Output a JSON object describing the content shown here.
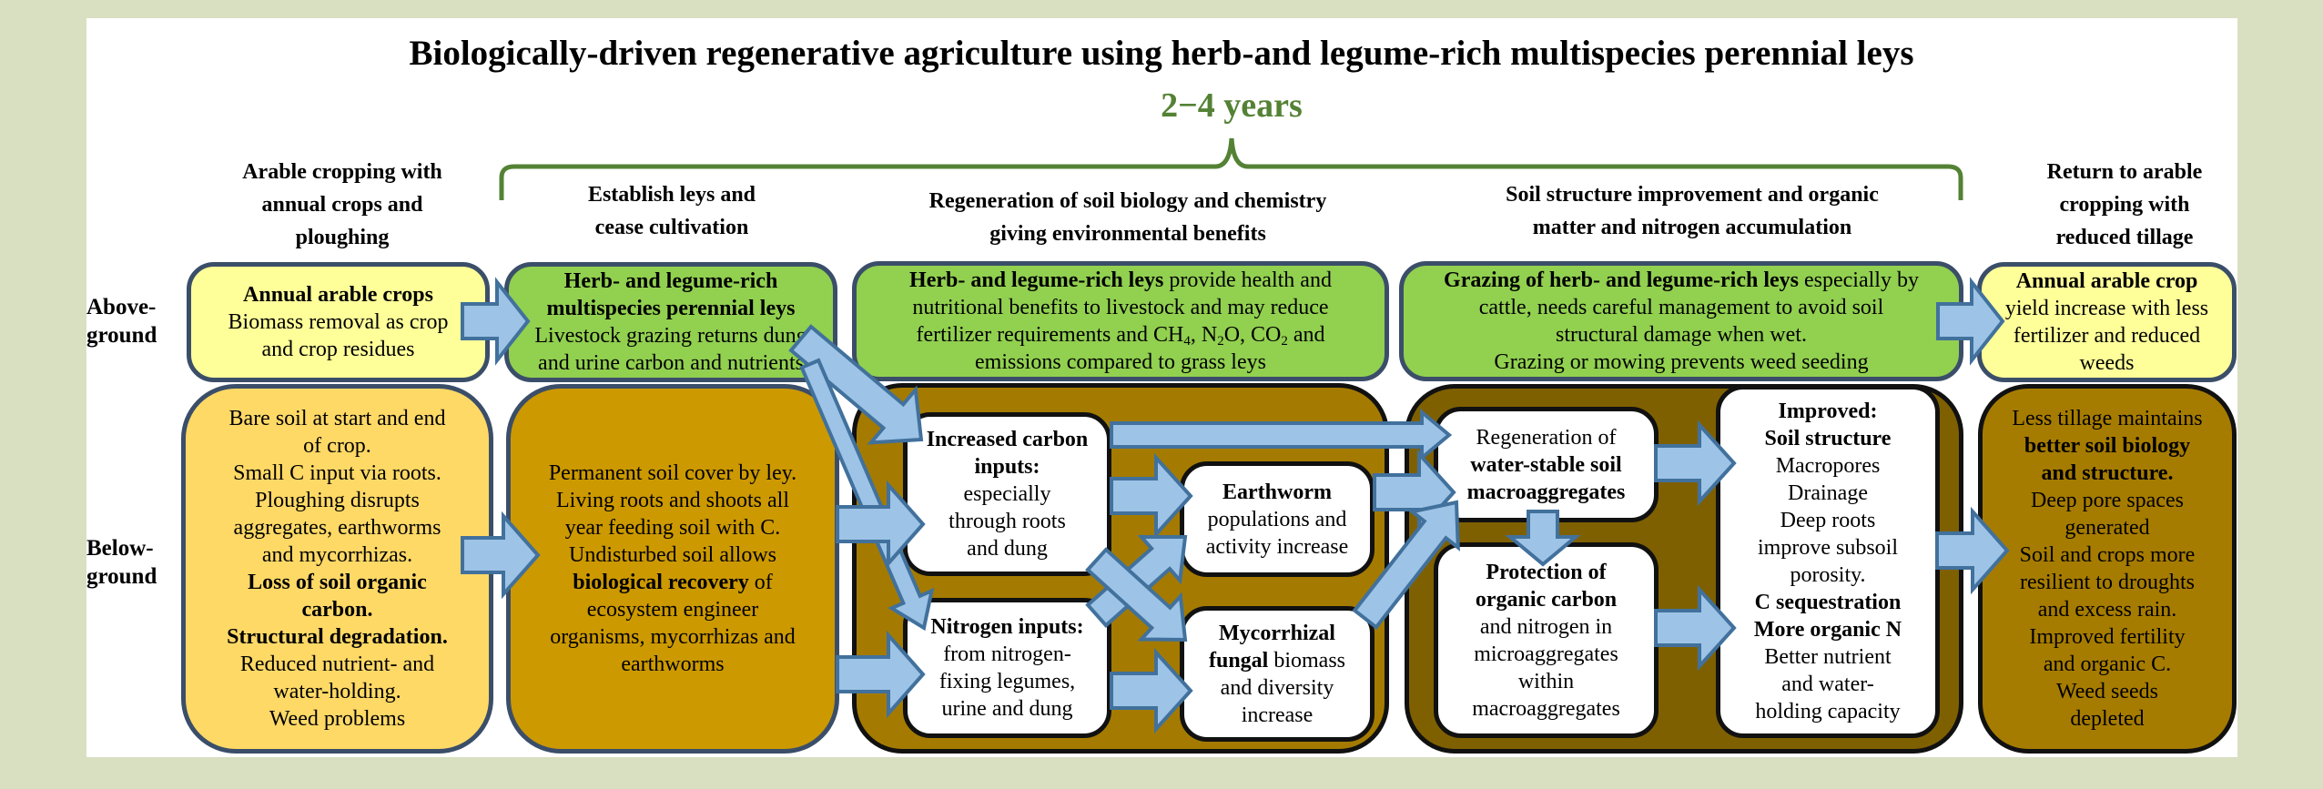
{
  "header": {
    "title": "Biologically-driven regenerative agriculture using herb-and legume-rich multispecies perennial leys",
    "duration": "2−4 years"
  },
  "phases": [
    [
      [
        "Arable cropping with"
      ],
      [
        "annual crops and"
      ],
      [
        "ploughing"
      ]
    ],
    [
      [
        "Establish leys and"
      ],
      [
        "cease cultivation"
      ]
    ],
    [
      [
        "Regeneration of soil biology and chemistry"
      ],
      [
        "giving environmental benefits"
      ]
    ],
    [
      [
        "Soil structure improvement and organic"
      ],
      [
        "matter and nitrogen accumulation"
      ]
    ],
    [
      [
        "Return to arable"
      ],
      [
        "cropping with"
      ],
      [
        "reduced tillage"
      ]
    ]
  ],
  "row_labels": {
    "above": [
      [
        "Above-"
      ],
      [
        "ground"
      ]
    ],
    "below": [
      [
        "Below-"
      ],
      [
        "ground"
      ]
    ]
  },
  "above": {
    "arable": [
      [
        {
          "b": "Annual arable crops"
        }
      ],
      [
        "Biomass removal as crop"
      ],
      [
        "and crop residues"
      ]
    ],
    "leys": [
      [
        {
          "b": "Herb- and legume-rich"
        }
      ],
      [
        {
          "b": "multispecies perennial leys"
        }
      ],
      [
        "Livestock grazing returns dung"
      ],
      [
        "and urine carbon and nutrients"
      ]
    ],
    "benefits": [
      [
        {
          "b": "Herb- and legume-rich leys"
        },
        " provide health and"
      ],
      [
        "nutritional benefits to livestock and may reduce"
      ],
      [
        "fertilizer requirements and CH",
        {
          "sub": "4"
        },
        ", N",
        {
          "sub": "2"
        },
        "O, CO",
        {
          "sub": "2"
        },
        " and"
      ],
      [
        "emissions compared to grass leys"
      ]
    ],
    "grazing": [
      [
        {
          "b": "Grazing of herb- and legume-rich leys"
        },
        " especially by"
      ],
      [
        "cattle, needs careful management to avoid soil"
      ],
      [
        "structural damage when wet."
      ],
      [
        "Grazing or mowing prevents weed seeding"
      ]
    ],
    "return": [
      [
        {
          "b": "Annual arable crop"
        }
      ],
      [
        "yield increase with less"
      ],
      [
        "fertilizer and reduced"
      ],
      [
        "weeds"
      ]
    ]
  },
  "below": {
    "bare_soil": [
      [
        "Bare soil at start and end"
      ],
      [
        "of crop."
      ],
      [
        "Small C input via roots."
      ],
      [
        "Ploughing disrupts"
      ],
      [
        "aggregates, earthworms"
      ],
      [
        "and mycorrhizas."
      ],
      [
        {
          "b": "Loss of soil organic"
        }
      ],
      [
        {
          "b": "carbon."
        }
      ],
      [
        {
          "b": "Structural degradation."
        }
      ],
      [
        "Reduced nutrient- and"
      ],
      [
        "water-holding."
      ],
      [
        "Weed problems"
      ]
    ],
    "soil_cover": [
      [
        "Permanent soil cover by ley."
      ],
      [
        "Living roots and shoots all"
      ],
      [
        "year feeding soil with C."
      ],
      [
        "Undisturbed soil allows"
      ],
      [
        {
          "b": "biological recovery"
        },
        " of"
      ],
      [
        "ecosystem engineer"
      ],
      [
        "organisms, mycorrhizas and"
      ],
      [
        "earthworms"
      ]
    ],
    "carbon_inputs": [
      [
        {
          "b": "Increased carbon"
        }
      ],
      [
        {
          "b": "inputs:"
        }
      ],
      [
        "especially"
      ],
      [
        "through roots"
      ],
      [
        "and dung"
      ]
    ],
    "nitrogen_inputs": [
      [
        {
          "b": "Nitrogen inputs:"
        }
      ],
      [
        "from nitrogen-"
      ],
      [
        "fixing legumes,"
      ],
      [
        "urine and dung"
      ]
    ],
    "earthworm": [
      [
        {
          "b": "Earthworm"
        }
      ],
      [
        "populations and"
      ],
      [
        "activity increase"
      ]
    ],
    "mycorrhizal": [
      [
        {
          "b": "Mycorrhizal"
        }
      ],
      [
        {
          "b": "fungal"
        },
        " biomass"
      ],
      [
        "and diversity"
      ],
      [
        "increase"
      ]
    ],
    "regeneration": [
      [
        "Regeneration of"
      ],
      [
        {
          "b": "water-stable soil"
        }
      ],
      [
        {
          "b": "macroaggregates"
        }
      ]
    ],
    "protection": [
      [
        {
          "b": "Protection of"
        }
      ],
      [
        {
          "b": "organic carbon"
        }
      ],
      [
        "and nitrogen in"
      ],
      [
        "microaggregates"
      ],
      [
        "within"
      ],
      [
        "macroaggregates"
      ]
    ],
    "improved": [
      [
        {
          "b": "Improved:"
        }
      ],
      [
        {
          "b": "Soil structure"
        }
      ],
      [
        "Macropores"
      ],
      [
        "Drainage"
      ],
      [
        "Deep roots"
      ],
      [
        "improve subsoil"
      ],
      [
        "porosity."
      ],
      [
        {
          "b": "C sequestration"
        }
      ],
      [
        {
          "b": "More organic N"
        }
      ],
      [
        "Better nutrient"
      ],
      [
        "and water-"
      ],
      [
        "holding capacity"
      ]
    ],
    "less_tillage": [
      [
        "Less tillage maintains"
      ],
      [
        {
          "b": "better soil biology"
        }
      ],
      [
        {
          "b": "and structure."
        }
      ],
      [
        "Deep pore spaces"
      ],
      [
        "generated"
      ],
      [
        "Soil and crops more"
      ],
      [
        "resilient to droughts"
      ],
      [
        "and excess rain."
      ],
      [
        "Improved fertility"
      ],
      [
        "and organic C."
      ],
      [
        "Weed seeds"
      ],
      [
        "depleted"
      ]
    ]
  },
  "colors": {
    "background": "#d9dfc1",
    "accent_green": "#548235",
    "arrow_fill": "#9dc3e6",
    "arrow_stroke": "#41719c"
  }
}
